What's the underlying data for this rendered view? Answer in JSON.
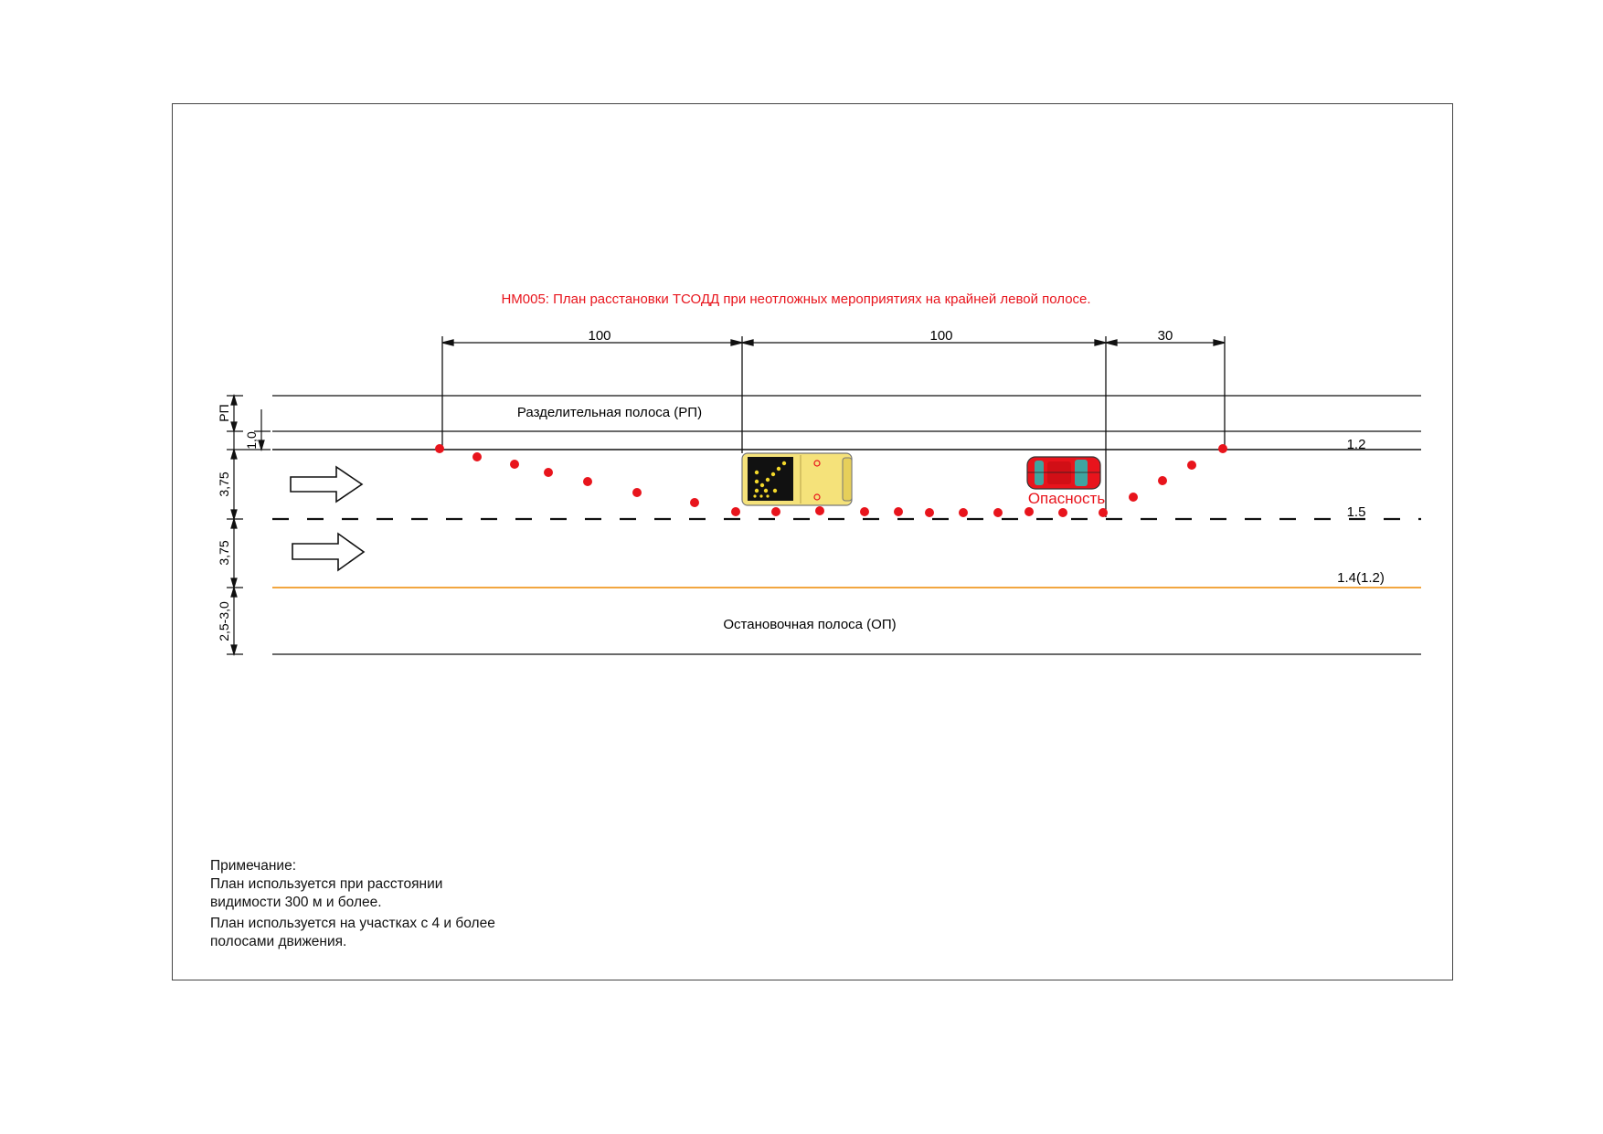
{
  "title": "НМ005: План расстановки ТСОДД при неотложных мероприятиях на крайней левой полосе.",
  "dimensions": [
    "100",
    "100",
    "30"
  ],
  "zones": {
    "median": "Разделительная полоса (РП)",
    "shoulder": "Остановочная полоса (ОП)"
  },
  "left_dims": {
    "median": "РП",
    "offset": "1,0",
    "lane1": "3,75",
    "lane2": "3,75",
    "shoulder": "2,5-3,0"
  },
  "markings": {
    "edge_line": "1.2",
    "lane_line": "1.5",
    "shoulder_line": "1.4(1.2)"
  },
  "hazard_label": "Опасность",
  "note": {
    "heading": "Примечание:",
    "line1": "План используется при расстоянии",
    "line2": "видимости  300 м  и более.",
    "line3": "План используется на участках с 4 и более",
    "line4": "полосами движения."
  },
  "colors": {
    "title": "#e8141c",
    "cone": "#e8141c",
    "shoulder_line": "#f2a640",
    "vehicle_body": "#f5e27a",
    "car_body": "#e8141c"
  },
  "icons": [
    "traffic-arrow-icon",
    "road-works-vehicle-icon",
    "arrow-board-icon",
    "damaged-car-icon",
    "traffic-cone-icon"
  ]
}
